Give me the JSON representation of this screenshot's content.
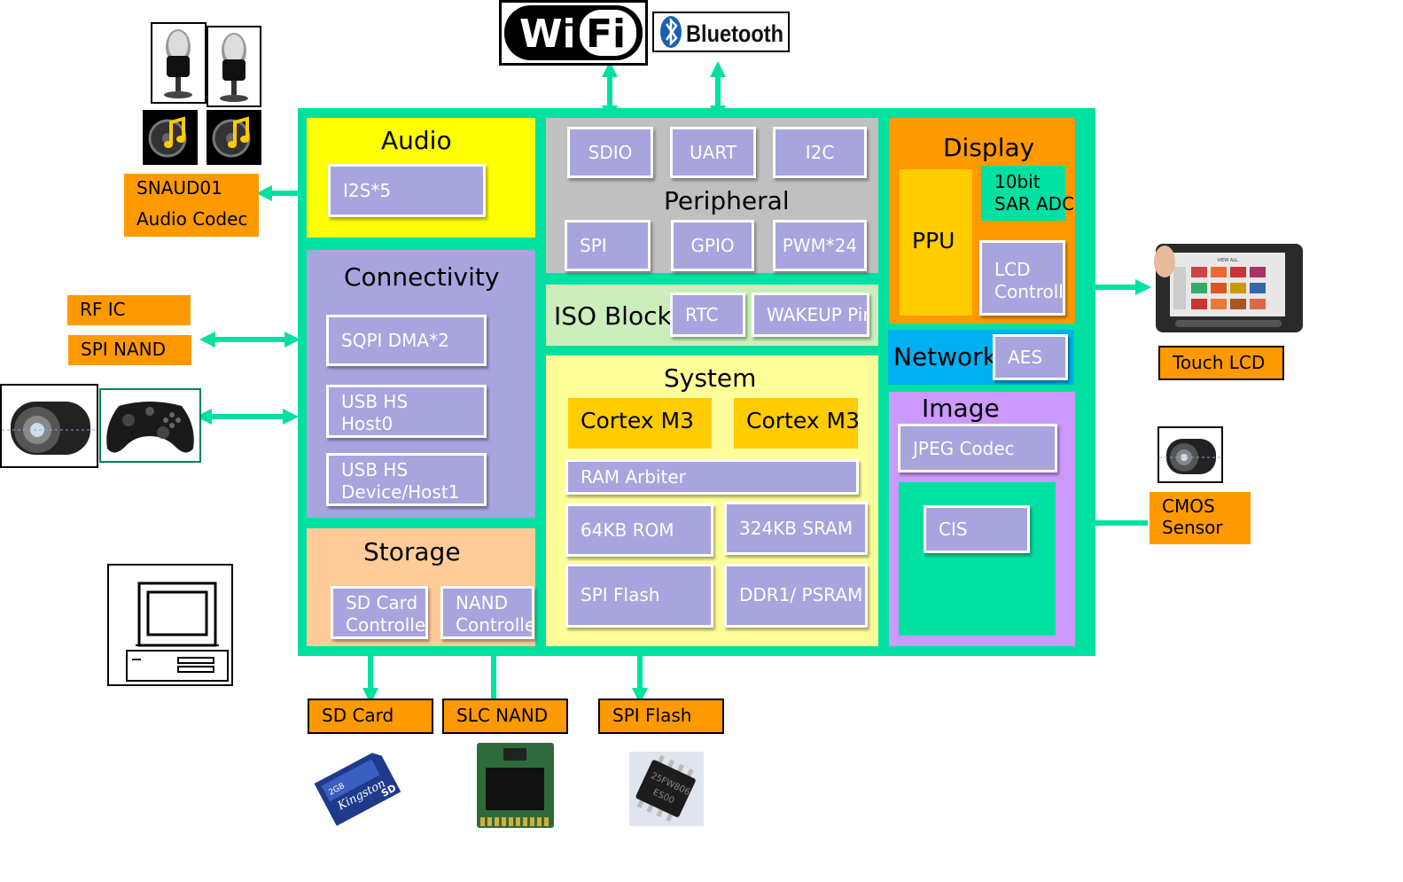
{
  "colors": {
    "soc_border": "#00e0a0",
    "audio": "#ffff00",
    "connectivity": "#a8a4de",
    "storage": "#ffcc99",
    "peripheral": "#c0c0c0",
    "iso": "#cceebb",
    "system": "#ffff99",
    "display": "#ff9900",
    "network": "#00b0f0",
    "image": "#cc99ff",
    "chip": "#a8a4de",
    "external": "#ff9900",
    "cortex": "#ffcc00"
  },
  "logos": {
    "wifi": "WiFi",
    "bluetooth": "Bluetooth"
  },
  "audio": {
    "title": "Audio",
    "i2s": "I2S*5"
  },
  "connectivity": {
    "title": "Connectivity",
    "sqpi": "SQPI DMA*2",
    "usb_host_1": "USB HS",
    "usb_host_2": "Host0",
    "usb_dev_1": "USB HS",
    "usb_dev_2": "Device/Host1"
  },
  "storage": {
    "title": "Storage",
    "sd_1": "SD Card",
    "sd_2": "Controller",
    "nand_1": "NAND",
    "nand_2": "Controller"
  },
  "peripheral": {
    "title": "Peripheral",
    "sdio": "SDIO",
    "uart": "UART",
    "i2c": "I2C",
    "spi": "SPI",
    "gpio": "GPIO",
    "pwm": "PWM*24"
  },
  "iso": {
    "title": "ISO Block",
    "rtc": "RTC",
    "wakeup": "WAKEUP Pin"
  },
  "system": {
    "title": "System",
    "cortex_a": "Cortex M3",
    "cortex_b": "Cortex M3",
    "ram_arbiter": "RAM Arbiter",
    "rom": "64KB ROM",
    "sram": "324KB SRAM",
    "spi_flash": "SPI Flash",
    "ddr": "DDR1/ PSRAM"
  },
  "display": {
    "title": "Display",
    "ppu": "PPU",
    "adc_1": "10bit",
    "adc_2": "SAR ADC",
    "lcd_1": "LCD",
    "lcd_2": "Controller"
  },
  "network": {
    "title": "Network",
    "aes": "AES"
  },
  "image": {
    "title": "Image",
    "jpeg": "JPEG Codec",
    "cis": "CIS"
  },
  "external": {
    "codec_1": "SNAUD01",
    "codec_2": "Audio Codec",
    "rf_ic": "RF IC",
    "spi_nand": "SPI NAND",
    "touch_lcd": "Touch LCD",
    "cmos_1": "CMOS",
    "cmos_2": "Sensor",
    "sd_card": "SD Card",
    "slc_nand": "SLC NAND",
    "spi_flash": "SPI Flash"
  },
  "images": {
    "sd_card_label_1": "2GB",
    "sd_card_brand": "Kingston",
    "sd_card_logo": "SD",
    "flash_chip_1": "25FW806",
    "flash_chip_2": "ES00",
    "tablet_header": "VIEW ALL"
  }
}
